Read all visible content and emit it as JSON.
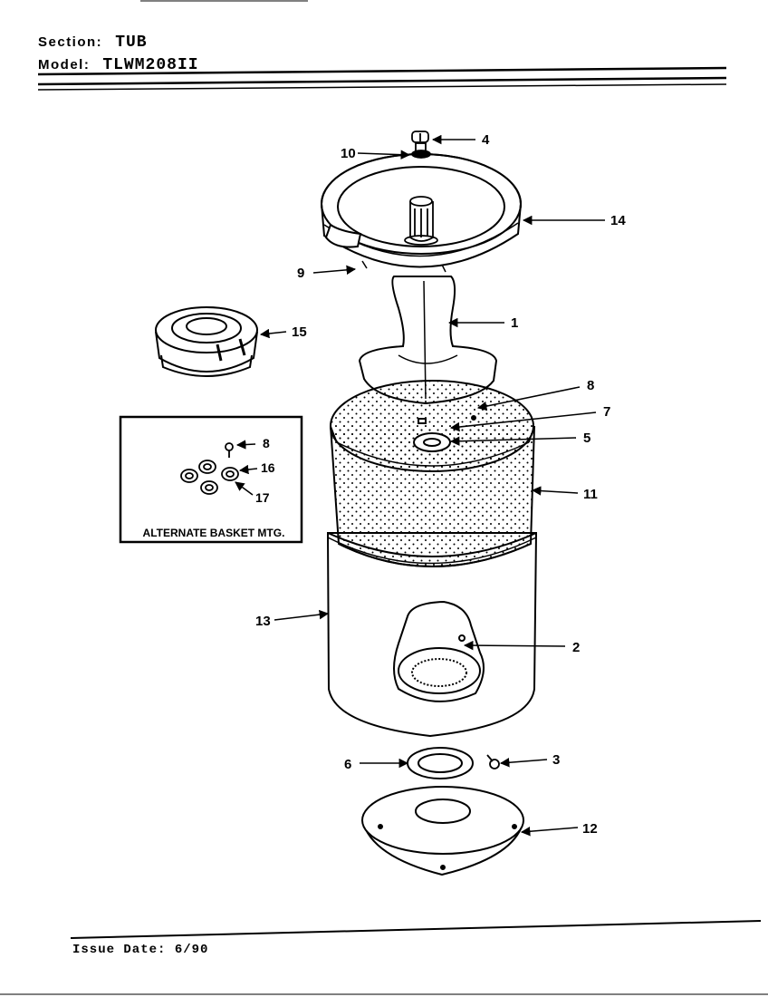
{
  "header": {
    "section_label": "Section:",
    "section_value": "TUB",
    "model_label": "Model:",
    "model_value": "TLWM208II"
  },
  "inset": {
    "caption": "ALTERNATE BASKET MTG.",
    "callouts": [
      "8",
      "16",
      "17"
    ]
  },
  "callouts": {
    "c1": "1",
    "c2": "2",
    "c3": "3",
    "c4": "4",
    "c5": "5",
    "c6": "6",
    "c7": "7",
    "c8": "8",
    "c9": "9",
    "c10": "10",
    "c11": "11",
    "c12": "12",
    "c13": "13",
    "c14": "14",
    "c15": "15"
  },
  "footer": {
    "issue_date": "Issue Date: 6/90"
  }
}
